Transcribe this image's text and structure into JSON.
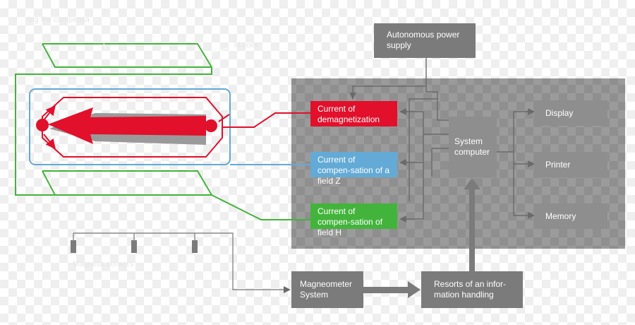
{
  "labels": {
    "top_left_faint": "ing the compensa",
    "top_right_faint": "ld coils",
    "magnetometers_faint": "Magnetic sensors"
  },
  "boxes": {
    "autonomous_power_supply": "Autonomous power supply",
    "current_demag": "Current of demagnetization",
    "current_comp_z": "Current of compen-sation of a field Z",
    "current_comp_h": "Current of compen-sation of field H",
    "system_computer": "System computer",
    "display": "Display",
    "printer": "Printer",
    "memory": "Memory",
    "magnetometer_system": "Magneometer System",
    "resorts_info": "Resorts of an infor-mation handling"
  },
  "colors": {
    "red": "#e2102b",
    "blue": "#63aad6",
    "green": "#43b43b",
    "gray": "#7b7b7b",
    "panel": "#8a8a8a"
  }
}
